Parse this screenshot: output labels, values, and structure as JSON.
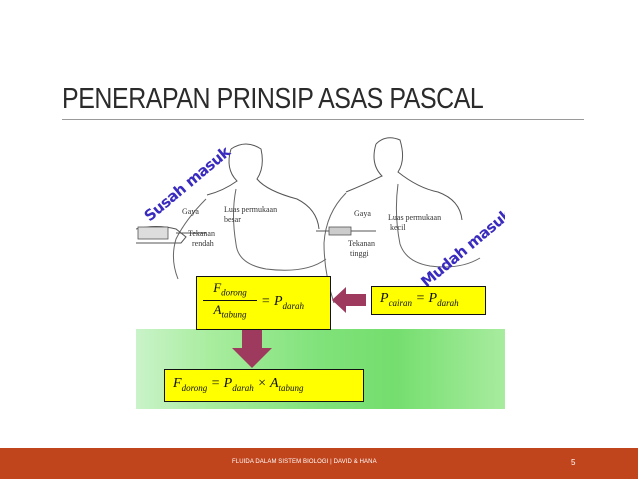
{
  "slide": {
    "title": "PENERAPAN PRINSIP ASAS PASCAL",
    "footer": "FLUIDA DALAM SISTEM BIOLOGI | DAVID & HANA",
    "page_number": "5"
  },
  "figure": {
    "stamp_left": "Susah masuk",
    "stamp_right": "Mudah masuk",
    "left_labels": {
      "gaya": "Gaya",
      "luas": "Luas permukaan",
      "luas2": "besar",
      "tekanan": "Tekanan",
      "tekanan2": "rendah"
    },
    "right_labels": {
      "gaya": "Gaya",
      "luas": "Luas permukaan",
      "luas2": "kecil",
      "tekanan": "Tekanan",
      "tekanan2": "tinggi"
    },
    "eq_left": {
      "num_var": "F",
      "num_sub": "dorong",
      "den_var": "A",
      "den_sub": "tabung",
      "rhs": "= P",
      "rhs_sub": "darah"
    },
    "eq_right": {
      "lhs": "P",
      "lhs_sub": "cairan",
      "rhs": " = P",
      "rhs_sub": "darah"
    },
    "eq_bottom": {
      "a": "F",
      "a_sub": "dorong",
      "b": " = P",
      "b_sub": "darah",
      "c": " × A",
      "c_sub": "tabung"
    }
  },
  "colors": {
    "footer_bar": "#c0451c",
    "arrow": "#9e3a5e",
    "eq_box": "#ffff00",
    "stamp": "#3a2bbf"
  }
}
